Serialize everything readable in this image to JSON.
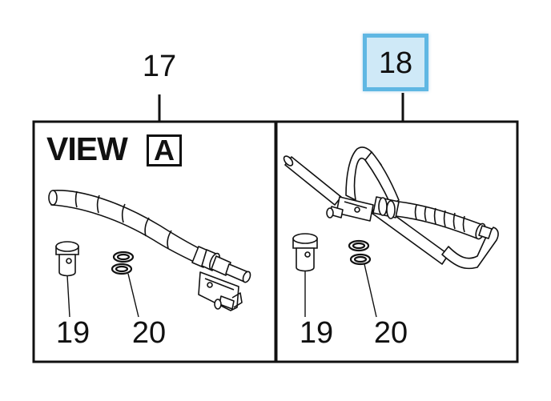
{
  "callouts": {
    "part_17": "17",
    "part_18": "18",
    "part_19_left": "19",
    "part_20_left": "20",
    "part_19_right": "19",
    "part_20_right": "20"
  },
  "view": {
    "label": "VIEW",
    "letter": "A"
  },
  "highlight": {
    "fill": "#cfe9f7",
    "border": "#5fb7e3"
  },
  "line_color": "#111111"
}
